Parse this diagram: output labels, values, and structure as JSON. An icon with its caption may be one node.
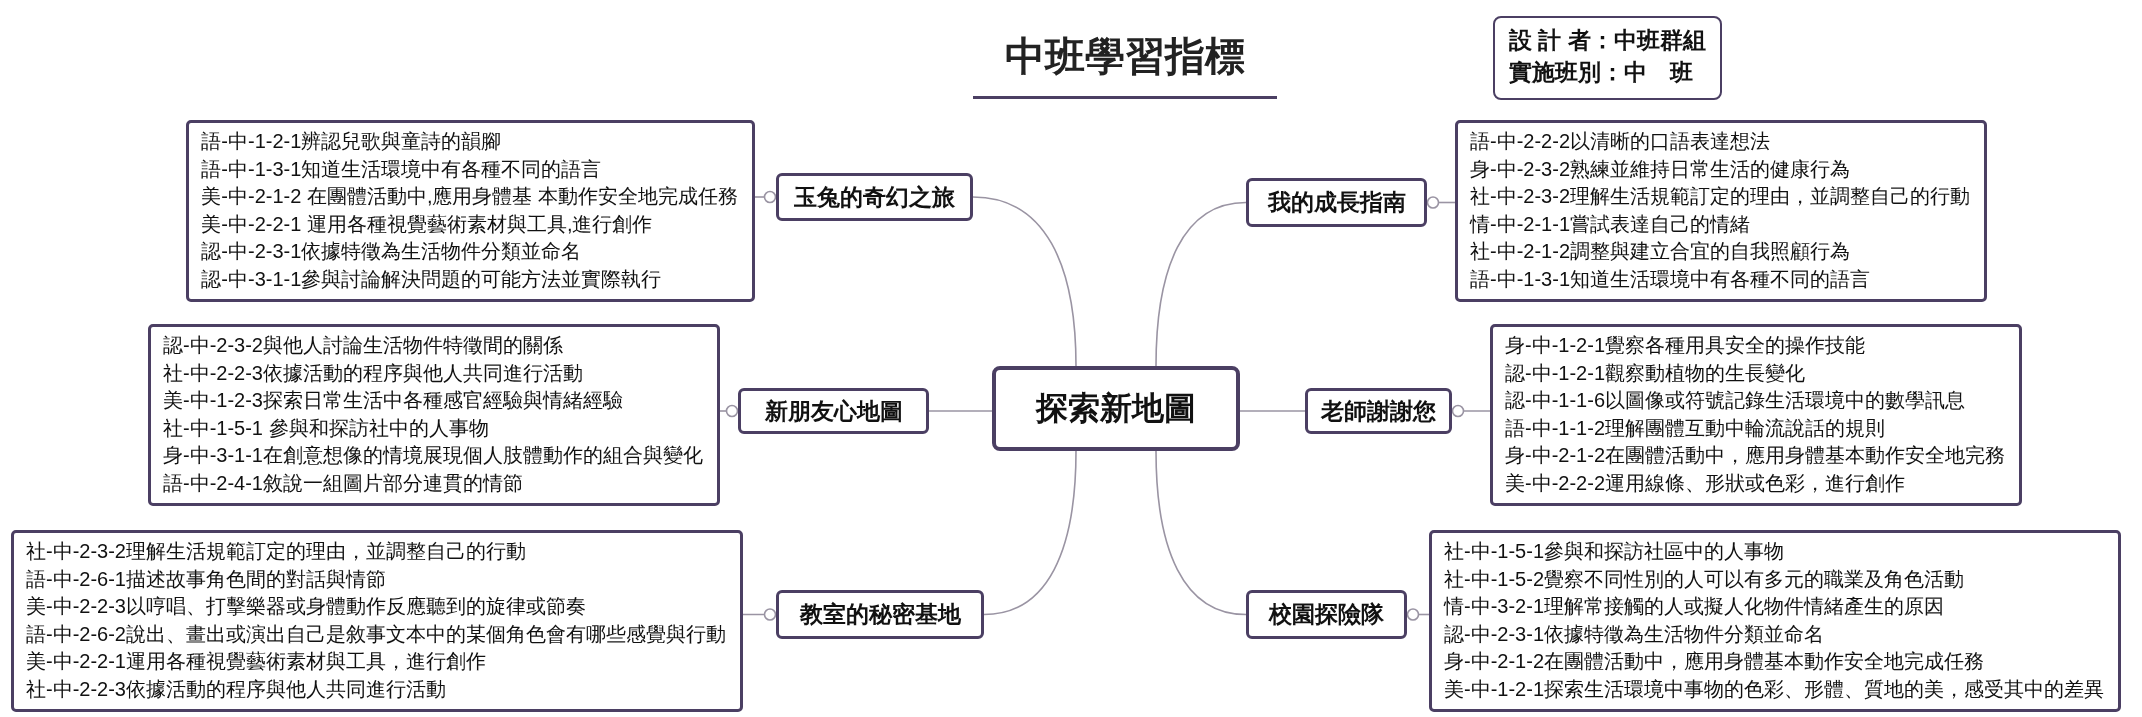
{
  "diagram": {
    "title": "中班學習指標",
    "nodes": [
      {
        "text": [
          "設 計 者：中班群組",
          "實施班別：中　班"
        ]
      },
      {
        "text": [
          "探索新地圖"
        ]
      },
      {
        "text": [
          "玉兔的奇幻之旅"
        ]
      },
      {
        "text": [
          "語-中-1-2-1辨認兒歌與童詩的韻腳",
          "語-中-1-3-1知道生活環境中有各種不同的語言",
          "美-中-2-1-2 在團體活動中,應用身體基 本動作安全地完成任務",
          "美-中-2-2-1 運用各種視覺藝術素材與工具,進行創作",
          "認-中-2-3-1依據特徵為生活物件分類並命名",
          "認-中-3-1-1參與討論解決問題的可能方法並實際執行"
        ]
      },
      {
        "text": [
          "我的成長指南"
        ]
      },
      {
        "text": [
          "語-中-2-2-2以清晰的口語表達想法",
          "身-中-2-3-2熟練並維持日常生活的健康行為",
          "社-中-2-3-2理解生活規範訂定的理由，並調整自己的行動",
          "情-中-2-1-1嘗試表達自己的情緒",
          "社-中-2-1-2調整與建立合宜的自我照顧行為",
          "語-中-1-3-1知道生活環境中有各種不同的語言"
        ]
      },
      {
        "text": [
          "新朋友心地圖"
        ]
      },
      {
        "text": [
          "認-中-2-3-2與他人討論生活物件特徵間的關係",
          "社-中-2-2-3依據活動的程序與他人共同進行活動",
          "美-中-1-2-3探索日常生活中各種感官經驗與情緒經驗",
          "社-中-1-5-1 參與和探訪社中的人事物",
          "身-中-3-1-1在創意想像的情境展現個人肢體動作的組合與變化",
          "語-中-2-4-1敘說一組圖片部分連貫的情節"
        ]
      },
      {
        "text": [
          "老師謝謝您"
        ]
      },
      {
        "text": [
          "身-中-1-2-1覺察各種用具安全的操作技能",
          "認-中-1-2-1觀察動植物的生長變化",
          "認-中-1-1-6以圖像或符號記錄生活環境中的數學訊息",
          "語-中-1-1-2理解團體互動中輪流說話的規則",
          "身-中-2-1-2在團體活動中，應用身體基本動作安全地完務",
          "美-中-2-2-2運用線條、形狀或色彩，進行創作"
        ]
      },
      {
        "text": [
          "教室的秘密基地"
        ]
      },
      {
        "text": [
          "社-中-2-3-2理解生活規範訂定的理由，並調整自己的行動",
          "語-中-2-6-1描述故事角色間的對話與情節",
          "美-中-2-2-3以哼唱、打擊樂器或身體動作反應聽到的旋律或節奏",
          "語-中-2-6-2說出、畫出或演出自己是敘事文本中的某個角色會有哪些感覺與行動",
          "美-中-2-2-1運用各種視覺藝術素材與工具，進行創作",
          "社-中-2-2-3依據活動的程序與他人共同進行活動"
        ]
      },
      {
        "text": [
          "校園探險隊"
        ]
      },
      {
        "text": [
          "社-中-1-5-1參與和探訪社區中的人事物",
          "社-中-1-5-2覺察不同性別的人可以有多元的職業及角色活動",
          "情-中-3-2-1理解常接觸的人或擬人化物件情緒產生的原因",
          "認-中-2-3-1依據特徵為生活物件分類並命名",
          "身-中-2-1-2在團體活動中，應用身體基本動作安全地完成任務",
          "美-中-1-2-1探索生活環境中事物的色彩、形體、質地的美，感受其中的差異"
        ]
      }
    ],
    "edges": [
      {
        "from": 1,
        "to": 2,
        "arrow": "none"
      },
      {
        "from": 1,
        "to": 4,
        "arrow": "none"
      },
      {
        "from": 1,
        "to": 6,
        "arrow": "none"
      },
      {
        "from": 1,
        "to": 8,
        "arrow": "none"
      },
      {
        "from": 1,
        "to": 10,
        "arrow": "none"
      },
      {
        "from": 1,
        "to": 12,
        "arrow": "none"
      },
      {
        "from": 2,
        "to": 3,
        "arrow": "other"
      },
      {
        "from": 4,
        "to": 5,
        "arrow": "other"
      },
      {
        "from": 6,
        "to": 7,
        "arrow": "other"
      },
      {
        "from": 8,
        "to": 9,
        "arrow": "other"
      },
      {
        "from": 10,
        "to": 11,
        "arrow": "other"
      },
      {
        "from": 12,
        "to": 13,
        "arrow": "other"
      }
    ]
  }
}
